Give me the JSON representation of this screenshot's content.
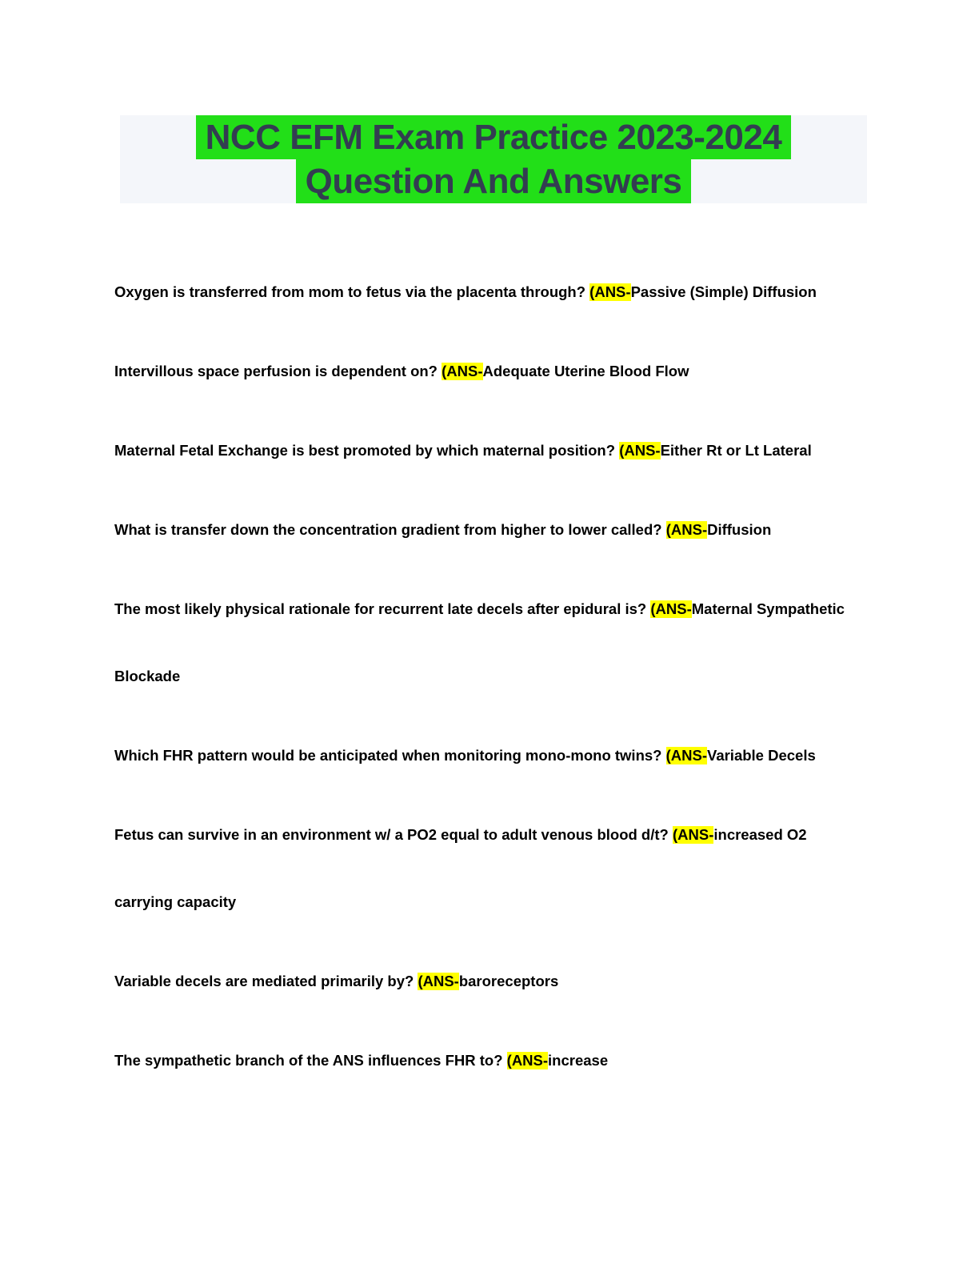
{
  "document": {
    "title": {
      "line1": "NCC EFM Exam Practice 2023-2024",
      "line2": "Question And Answers"
    },
    "answer_marker": "(ANS-",
    "qa": {
      "paragraphs": [
        {
          "question": "Oxygen is transferred from mom to fetus via the placenta through?",
          "answer": "Passive (Simple) Diffusion",
          "lines": [
            [
              {
                "text": "Oxygen is transferred from mom to fetus via the placenta through? ",
                "highlight": false
              },
              {
                "text": "(ANS-",
                "highlight": true
              },
              {
                "text": "Passive (Simple) Diffusion",
                "highlight": false
              }
            ]
          ]
        },
        {
          "question": "Intervillous space perfusion is dependent on?",
          "answer": "Adequate Uterine Blood Flow",
          "lines": [
            [
              {
                "text": "Intervillous space perfusion is dependent on? ",
                "highlight": false
              },
              {
                "text": "(ANS-",
                "highlight": true
              },
              {
                "text": "Adequate Uterine Blood Flow",
                "highlight": false
              }
            ]
          ]
        },
        {
          "question": "Maternal Fetal Exchange is best promoted by which maternal position?",
          "answer": "Either Rt or Lt Lateral",
          "lines": [
            [
              {
                "text": "Maternal Fetal Exchange is best promoted by which maternal position? ",
                "highlight": false
              },
              {
                "text": "(ANS-",
                "highlight": true
              },
              {
                "text": "Either Rt or Lt Lateral",
                "highlight": false
              }
            ]
          ]
        },
        {
          "question": "What is transfer down the concentration gradient from higher to lower called?",
          "answer": "Diffusion",
          "lines": [
            [
              {
                "text": "What is transfer down the concentration gradient from higher to lower called? ",
                "highlight": false
              },
              {
                "text": "(ANS-",
                "highlight": true
              },
              {
                "text": "Diffusion",
                "highlight": false
              }
            ]
          ]
        },
        {
          "question": "The most likely physical rationale for recurrent late decels after epidural is?",
          "answer": "Maternal Sympathetic Blockade",
          "lines": [
            [
              {
                "text": "The most likely physical rationale for recurrent late decels after epidural is? ",
                "highlight": false
              },
              {
                "text": "(ANS-",
                "highlight": true
              },
              {
                "text": "Maternal Sympathetic",
                "highlight": false
              }
            ],
            [
              {
                "text": "Blockade",
                "highlight": false
              }
            ]
          ]
        },
        {
          "question": "Which FHR pattern would be anticipated when monitoring mono-mono twins?",
          "answer": "Variable Decels",
          "lines": [
            [
              {
                "text": "Which FHR pattern would be anticipated when monitoring mono-mono twins? ",
                "highlight": false
              },
              {
                "text": "(ANS-",
                "highlight": true
              },
              {
                "text": "Variable Decels",
                "highlight": false
              }
            ]
          ]
        },
        {
          "question": "Fetus can survive in an environment w/ a PO2 equal to adult venous blood d/t?",
          "answer": "increased O2 carrying capacity",
          "lines": [
            [
              {
                "text": "Fetus can survive in an environment w/ a PO2 equal to adult venous blood d/t? ",
                "highlight": false
              },
              {
                "text": "(ANS-",
                "highlight": true
              },
              {
                "text": "increased O2",
                "highlight": false
              }
            ],
            [
              {
                "text": "carrying capacity",
                "highlight": false
              }
            ]
          ]
        },
        {
          "question": "Variable decels are mediated primarily by?",
          "answer": "baroreceptors",
          "lines": [
            [
              {
                "text": "Variable decels are mediated primarily by? ",
                "highlight": false
              },
              {
                "text": "(ANS-",
                "highlight": true
              },
              {
                "text": "baroreceptors",
                "highlight": false
              }
            ]
          ]
        },
        {
          "question": "The sympathetic branch of the ANS influences FHR to?",
          "answer": "increase",
          "lines": [
            [
              {
                "text": "The sympathetic branch of the ANS influences FHR to? ",
                "highlight": false
              },
              {
                "text": "(ANS-",
                "highlight": true
              },
              {
                "text": "increase",
                "highlight": false
              }
            ]
          ]
        }
      ]
    },
    "colors": {
      "title_highlight": "#22df18",
      "title_text": "#333d51",
      "header_band_background": "#f4f6fa",
      "answer_marker_highlight": "#ffff00",
      "body_text": "#000000",
      "page_background": "#ffffff"
    }
  }
}
